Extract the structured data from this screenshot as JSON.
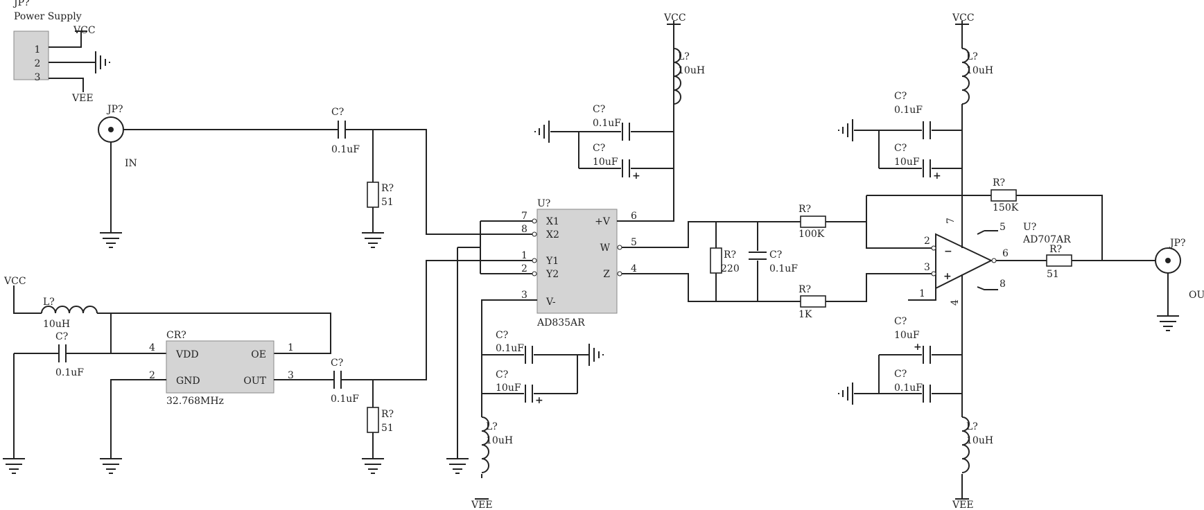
{
  "power_connector": {
    "ref": "JP?",
    "title": "Power Supply",
    "pins": [
      "1",
      "2",
      "3"
    ],
    "vcc": "VCC",
    "vee": "VEE"
  },
  "input_jack": {
    "ref": "JP?",
    "label": "IN"
  },
  "output_jack": {
    "ref": "JP?",
    "label": "OUT"
  },
  "c_in": {
    "ref": "C?",
    "value": "0.1uF"
  },
  "r_in": {
    "ref": "R?",
    "value": "51"
  },
  "l_osc": {
    "net": "VCC",
    "ref": "L?",
    "value": "10uH"
  },
  "c_osc": {
    "ref": "C?",
    "value": "0.1uF"
  },
  "crystal": {
    "ref": "CR?",
    "value": "32.768MHz",
    "pin_vdd": "VDD",
    "pin_gnd": "GND",
    "pin_oe": "OE",
    "pin_out": "OUT",
    "num_vdd": "4",
    "num_gnd": "2",
    "num_oe": "1",
    "num_out": "3"
  },
  "c_osc_out": {
    "ref": "C?",
    "value": "0.1uF"
  },
  "r_osc_out": {
    "ref": "R?",
    "value": "51"
  },
  "mixer": {
    "ref": "U?",
    "part": "AD835AR",
    "pins": {
      "x1": "X1",
      "x2": "X2",
      "y1": "Y1",
      "y2": "Y2",
      "vm": "V-",
      "vp": "+V",
      "w": "W",
      "z": "Z"
    },
    "nums": {
      "x1": "7",
      "x2": "8",
      "y1": "1",
      "y2": "2",
      "vm": "3",
      "vp": "6",
      "w": "5",
      "z": "4"
    }
  },
  "mixer_supply": {
    "vcc": "VCC",
    "l_top": {
      "ref": "L?",
      "value": "10uH"
    },
    "c_top_small": {
      "ref": "C?",
      "value": "0.1uF"
    },
    "c_top_big": {
      "ref": "C?",
      "value": "10uF"
    },
    "c_bot_small": {
      "ref": "C?",
      "value": "0.1uF"
    },
    "c_bot_big": {
      "ref": "C?",
      "value": "10uF"
    },
    "l_bot": {
      "ref": "L?",
      "value": "10uH"
    },
    "vee": "VEE"
  },
  "filter": {
    "r_shunt": {
      "ref": "R?",
      "value": "220"
    },
    "c_shunt": {
      "ref": "C?",
      "value": "0.1uF"
    },
    "r_inv": {
      "ref": "R?",
      "value": "100K"
    },
    "r_noninv": {
      "ref": "R?",
      "value": "1K"
    },
    "r_fb": {
      "ref": "R?",
      "value": "150K"
    }
  },
  "opamp": {
    "ref": "U?",
    "part": "AD707AR",
    "nums": {
      "inv": "2",
      "noninv": "3",
      "p1": "1",
      "p4": "4",
      "p5": "5",
      "p6": "6",
      "p7": "7",
      "p8": "8"
    }
  },
  "r_out": {
    "ref": "R?",
    "value": "51"
  },
  "opamp_supply": {
    "vcc": "VCC",
    "l_top": {
      "ref": "L?",
      "value": "10uH"
    },
    "c_top_small": {
      "ref": "C?",
      "value": "0.1uF"
    },
    "c_top_big": {
      "ref": "C?",
      "value": "10uF"
    },
    "c_bot_big": {
      "ref": "C?",
      "value": "10uF"
    },
    "c_bot_small": {
      "ref": "C?",
      "value": "0.1uF"
    },
    "l_bot": {
      "ref": "L?",
      "value": "10uH"
    },
    "vee": "VEE"
  }
}
